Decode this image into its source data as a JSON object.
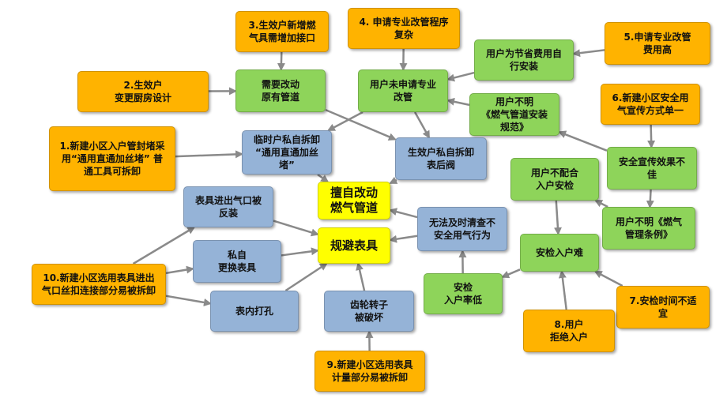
{
  "colors": {
    "cause_box": "#ffb300",
    "intermediate_box": "#8ed45a",
    "method_box": "#95b3d7",
    "outcome_box": "#ffff00",
    "arrow": "#8a8a8a"
  },
  "nodes": {
    "n1": "1.新建小区入户管封堵采\n用“通用直通加丝堵” 普\n通工具可拆卸",
    "n2": "2.生效户\n变更厨房设计",
    "n3": "3.生效户新增燃\n气具需增加接口",
    "n4": "4. 申请专业改管程序\n复杂",
    "n5": "5.申请专业改管\n费用高",
    "n6": "6.新建小区安全用\n气宣传方式单一",
    "n7": "7.安检时间不适\n宜",
    "n8": "8.用户\n拒绝入户",
    "n9": "9.新建小区选用表具\n计量部分易被拆卸",
    "n10": "10.新建小区选用表具进出\n气口丝扣连接部分易被拆卸",
    "need_modify": "需要改动\n原有管道",
    "not_apply": "用户未申请专业\n改管",
    "save_cost": "用户为节省费用自\n行安装",
    "unaware_spec": "用户不明\n《燃气管道安装\n规范》",
    "poor_promo": "安全宣传效果不\n佳",
    "not_cooperate": "用户不配合\n入户安检",
    "unaware_rules": "用户不明《燃气\n管理条例》",
    "hard_inspect": "安检入户难",
    "low_rate": "安检\n入户率低",
    "temp_remove": "临时户私自拆卸\n“通用直通加丝\n堵”",
    "remove_valve": "生效户私自拆卸\n表后阀",
    "reverse_meter": "表具进出气口被\n反装",
    "replace_meter": "私自\n更换表具",
    "drill_hole": "表内打孔",
    "gear_broken": "齿轮转子\n被破坏",
    "cannot_check": "无法及时清查不\n安全用气行为",
    "outcome_pipe": "擅自改动\n燃气管道",
    "outcome_meter": "规避表具"
  }
}
